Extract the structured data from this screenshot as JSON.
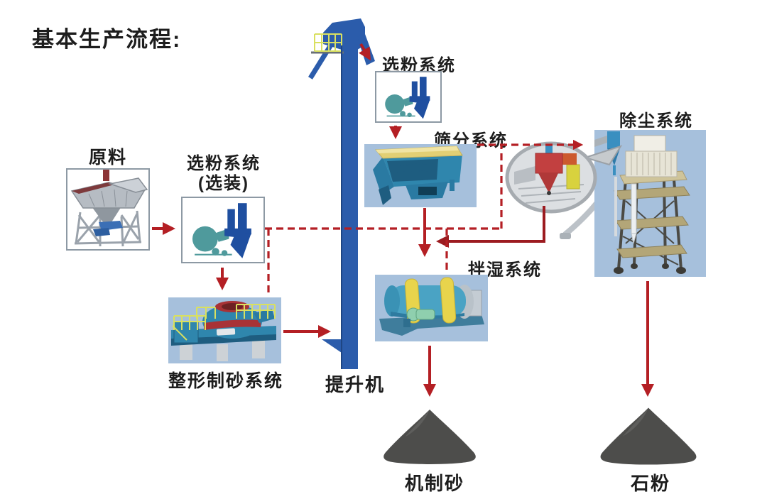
{
  "title": "基本生产流程:",
  "labels": {
    "raw_material": "原料",
    "optional_classifier_line1": "选粉系统",
    "optional_classifier_line2": "(选装)",
    "classifier": "选粉系统",
    "screening": "筛分系统",
    "dust_removal": "除尘系统",
    "shaping_sand": "整形制砂系统",
    "elevator": "提升机",
    "wet_mixing": "拌湿系统",
    "machine_sand": "机制砂",
    "stone_powder": "石粉"
  },
  "edges": [
    {
      "id": "raw-to-optional-classifier",
      "from": "原料",
      "to": "选粉系统(选装)",
      "style": "solid"
    },
    {
      "id": "optional-classifier-to-shaping",
      "from": "选粉系统(选装)",
      "to": "整形制砂系统",
      "style": "solid"
    },
    {
      "id": "shaping-to-elevator",
      "from": "整形制砂系统",
      "to": "提升机",
      "style": "solid"
    },
    {
      "id": "elevator-to-classifier",
      "from": "提升机",
      "to": "选粉系统",
      "style": "solid"
    },
    {
      "id": "classifier-to-screening",
      "from": "选粉系统",
      "to": "筛分系统",
      "style": "solid"
    },
    {
      "id": "screening-to-mixing",
      "from": "筛分系统",
      "to": "拌湿系统",
      "style": "solid"
    },
    {
      "id": "mixing-to-machine-sand",
      "from": "拌湿系统",
      "to": "机制砂",
      "style": "solid"
    },
    {
      "id": "dust-to-stone-powder",
      "from": "除尘系统",
      "to": "石粉",
      "style": "solid"
    },
    {
      "id": "detail-return-line",
      "from": "放大视图",
      "to": "拌湿系统",
      "style": "solid"
    },
    {
      "id": "optional-classifier-bypass",
      "from": "选粉系统(选装)",
      "to": "横向旁路",
      "style": "dashed"
    },
    {
      "id": "bypass-to-shaping",
      "from": "旁路",
      "to": "整形制砂系统",
      "style": "dashed"
    },
    {
      "id": "bypass-to-mixing",
      "from": "旁路",
      "to": "拌湿系统",
      "style": "dashed"
    },
    {
      "id": "dust-branch-vertical",
      "from": "旁路",
      "to": "除尘管路",
      "style": "dashed"
    },
    {
      "id": "screening-to-dust",
      "from": "筛分系统",
      "to": "除尘系统",
      "style": "dashed"
    }
  ],
  "colors": {
    "arrow_red": "#b41f24",
    "arrow_dark_red": "#9c1b20",
    "image_bg": "#a6c0dc",
    "box_border": "#8d99a4",
    "machine_teal": "#2f86ad",
    "machine_teal_dark": "#1e5d80",
    "elevator_blue": "#2b5cab",
    "classifier_blue": "#1f4fa0",
    "fan_teal": "#4f9a9c",
    "highlight_yellow": "#e2cf74",
    "rail_yellow": "#d9e060",
    "pile_gray": "#4d4d4b",
    "machine_red": "#a83236",
    "text": "#1d1d1d"
  }
}
